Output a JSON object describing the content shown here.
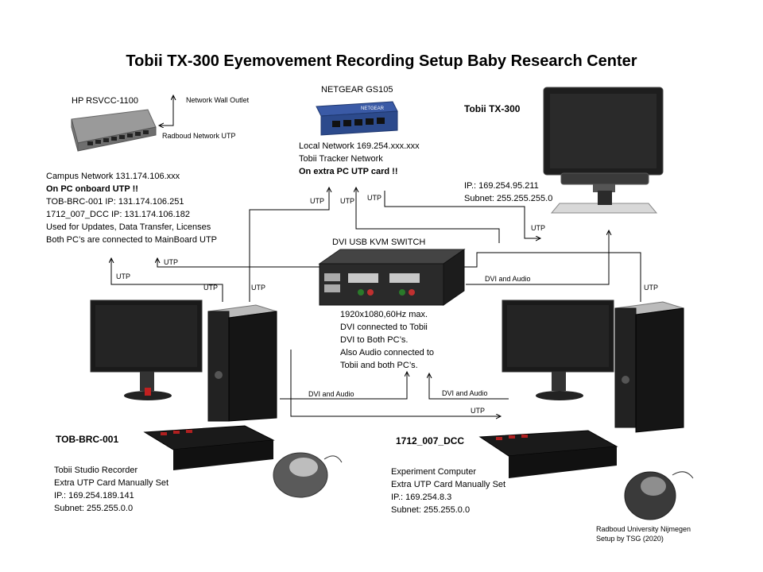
{
  "title": "Tobii TX-300 Eyemovement Recording Setup Baby Research Center",
  "hp_switch": {
    "name": "HP RSVCC-1100",
    "wall_outlet": "Network Wall Outlet",
    "radboud_utp": "Radboud Network UTP"
  },
  "netgear": {
    "name": "NETGEAR  GS105",
    "lines": [
      "Local Network  169.254.xxx.xxx",
      "Tobii Tracker Network",
      "On extra PC UTP card !!"
    ]
  },
  "campus": {
    "lines": [
      "Campus Network  131.174.106.xxx",
      "On PC onboard UTP  !!",
      "TOB-BRC-001  IP: 131.174.106.251",
      "1712_007_DCC  IP: 131.174.106.182",
      "Used for Updates, Data Transfer, Licenses",
      "Both PC’s are connected to MainBoard UTP"
    ]
  },
  "tobii": {
    "name": "Tobii TX-300",
    "ip": "IP.: 169.254.95.211",
    "subnet": "Subnet:  255.255.255.0"
  },
  "kvm": {
    "name": "DVI USB KVM SWITCH",
    "lines": [
      "1920x1080,60Hz max.",
      "DVI connected to Tobii",
      "DVI to Both PC’s.",
      "Also Audio connected to",
      "Tobii and both PC’s."
    ]
  },
  "pc1": {
    "name": "TOB-BRC-001",
    "lines": [
      "Tobii Studio Recorder",
      "Extra UTP Card Manually Set",
      "IP.: 169.254.189.141",
      "Subnet:  255.255.0.0"
    ]
  },
  "pc2": {
    "name": "1712_007_DCC",
    "lines": [
      "Experiment Computer",
      "Extra UTP Card Manually Set",
      "IP.: 169.254.8.3",
      "Subnet:  255.255.0.0"
    ]
  },
  "wire_labels": {
    "utp": "UTP",
    "dvi_audio": "DVI and Audio"
  },
  "footer": {
    "line1": "Radboud University Nijmegen",
    "line2": "Setup by TSG (2020)"
  },
  "colors": {
    "wire": "#000000",
    "netgear_blue": "#2c4a8c",
    "hp_grey": "#8a8a8a",
    "pc_black": "#1a1a1a",
    "keyboard_red": "#b02020"
  }
}
